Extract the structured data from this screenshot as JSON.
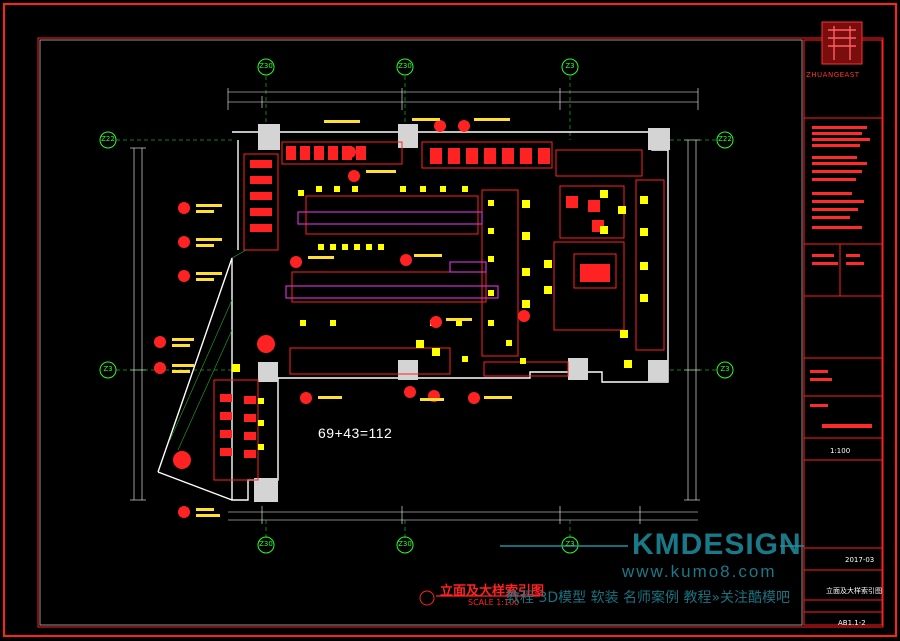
{
  "canvas": {
    "background": "#000000",
    "border_color": "#ff2020",
    "linework_color": "#ff2222",
    "furniture_color": "#ffff00",
    "grid_circle_color": "#22ff22",
    "dimension_color": "#ffffff",
    "wall_fill": "#cfcfcf",
    "accent_magenta": "#cc33cc"
  },
  "grid_labels": {
    "top": [
      "Z30",
      "Z30",
      "Z3"
    ],
    "bottom": [
      "Z30",
      "Z30",
      "Z3"
    ],
    "left": [
      "Z22",
      "Z3"
    ],
    "right": [
      "Z22",
      "Z3"
    ]
  },
  "annotation": {
    "formula": "69+43=112"
  },
  "sheet": {
    "title": "立面及大样索引图",
    "scale_note": "SCALE 1:100"
  },
  "title_block": {
    "brand": "ZHUANGEAST",
    "scale": "1:100",
    "date": "2017-03",
    "drawing_name": "立面及大样索引图",
    "drawing_no": "AB1.1-2"
  },
  "watermark": {
    "logo": "KMDESIGN",
    "url": "www.kumo8.com",
    "promo": "教程  3D模型  软装  名师案例  教程»关注酷模吧"
  }
}
